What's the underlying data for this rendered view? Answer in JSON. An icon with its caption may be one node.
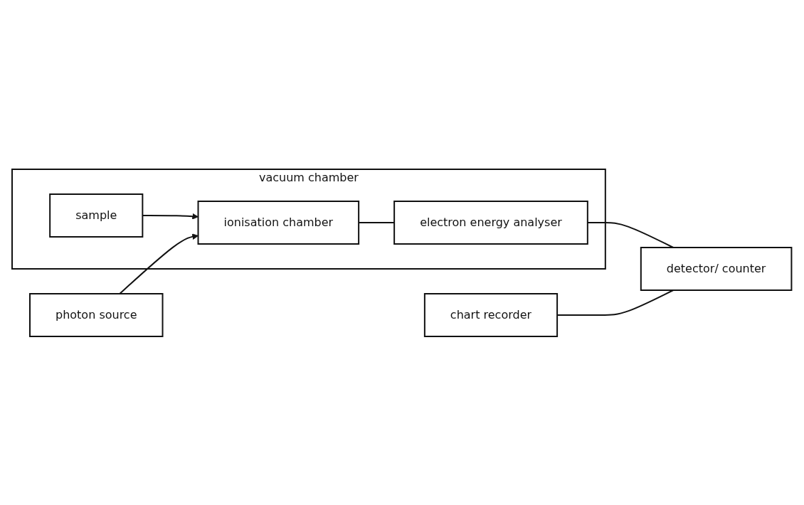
{
  "diagram": {
    "nodes": [
      {
        "text": [
          "vacuum chamber"
        ]
      },
      {
        "text": [
          "sample"
        ],
        "in": 0
      },
      {
        "text": [
          "photon source"
        ]
      },
      {
        "text": [
          "ionisation chamber"
        ],
        "in": 0
      },
      {
        "text": [
          "electron energy analyser"
        ],
        "in": 0
      },
      {
        "text": [
          "chart recorder"
        ]
      },
      {
        "text": [
          "detector/ counter"
        ]
      }
    ],
    "edges": [
      {
        "from": 1,
        "to": 3,
        "arrow": "to"
      },
      {
        "from": 2,
        "to": 3,
        "arrow": "to"
      },
      {
        "from": 3,
        "to": 4,
        "arrow": "none"
      },
      {
        "from": 4,
        "to": 6,
        "arrow": "none"
      },
      {
        "from": 5,
        "to": 6,
        "arrow": "none"
      }
    ]
  }
}
